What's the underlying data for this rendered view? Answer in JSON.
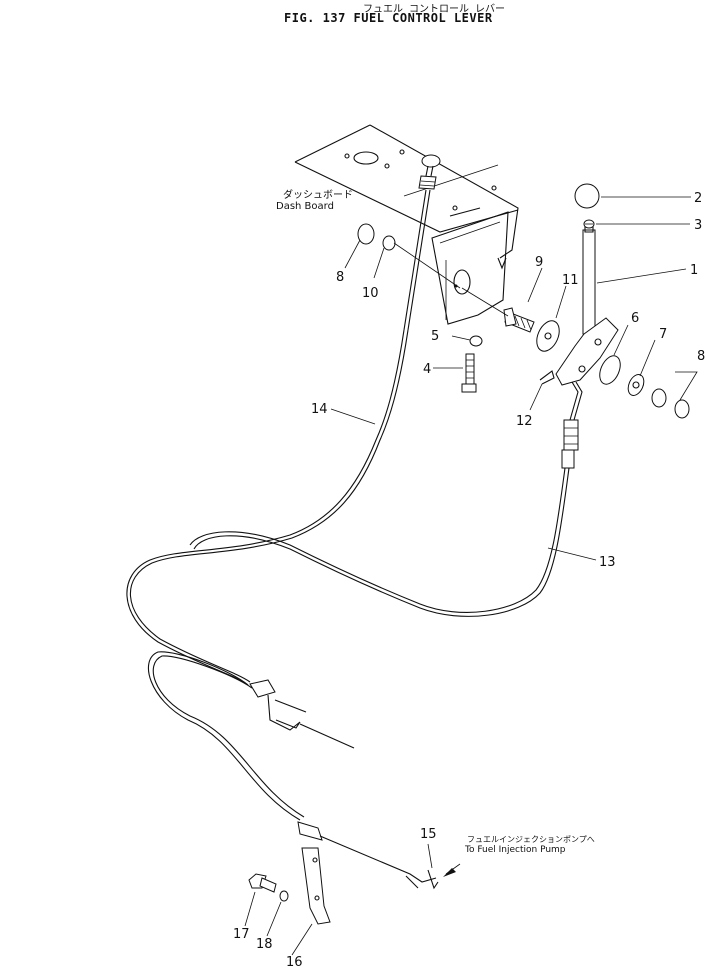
{
  "title": {
    "jp": "フュエル コントロール レバー",
    "en": "FIG. 137  FUEL CONTROL LEVER"
  },
  "annotations": {
    "dash_board_jp": "ダッシュボード",
    "dash_board_en": "Dash Board",
    "pump_jp": "フュエルインジェクションポンプへ",
    "pump_en": "To Fuel Injection Pump"
  },
  "parts": [
    {
      "id": "p1",
      "number": "1"
    },
    {
      "id": "p2",
      "number": "2"
    },
    {
      "id": "p3",
      "number": "3"
    },
    {
      "id": "p4",
      "number": "4"
    },
    {
      "id": "p5",
      "number": "5"
    },
    {
      "id": "p6",
      "number": "6"
    },
    {
      "id": "p7",
      "number": "7"
    },
    {
      "id": "p8a",
      "number": "8"
    },
    {
      "id": "p8b",
      "number": "8"
    },
    {
      "id": "p9",
      "number": "9"
    },
    {
      "id": "p10",
      "number": "10"
    },
    {
      "id": "p11",
      "number": "11"
    },
    {
      "id": "p12",
      "number": "12"
    },
    {
      "id": "p13",
      "number": "13"
    },
    {
      "id": "p14",
      "number": "14"
    },
    {
      "id": "p15",
      "number": "15"
    },
    {
      "id": "p16",
      "number": "16"
    },
    {
      "id": "p17",
      "number": "17"
    },
    {
      "id": "p18",
      "number": "18"
    }
  ]
}
